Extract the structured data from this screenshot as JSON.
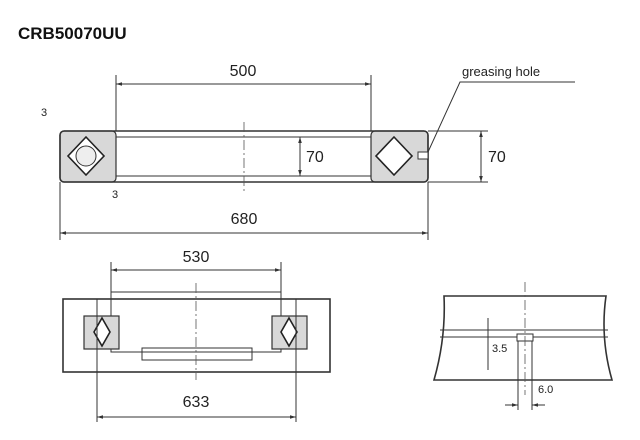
{
  "title": "CRB50070UU",
  "top_view": {
    "inner_diameter": "500",
    "outer_diameter": "680",
    "width_inner": "70",
    "width_outer": "70",
    "chamfer_top": "3",
    "chamfer_bottom": "3",
    "greasing_label": "greasing hole"
  },
  "mount_view": {
    "dim_upper": "530",
    "dim_lower": "633"
  },
  "detail_view": {
    "dim_depth": "3.5",
    "dim_width": "6.0"
  }
}
